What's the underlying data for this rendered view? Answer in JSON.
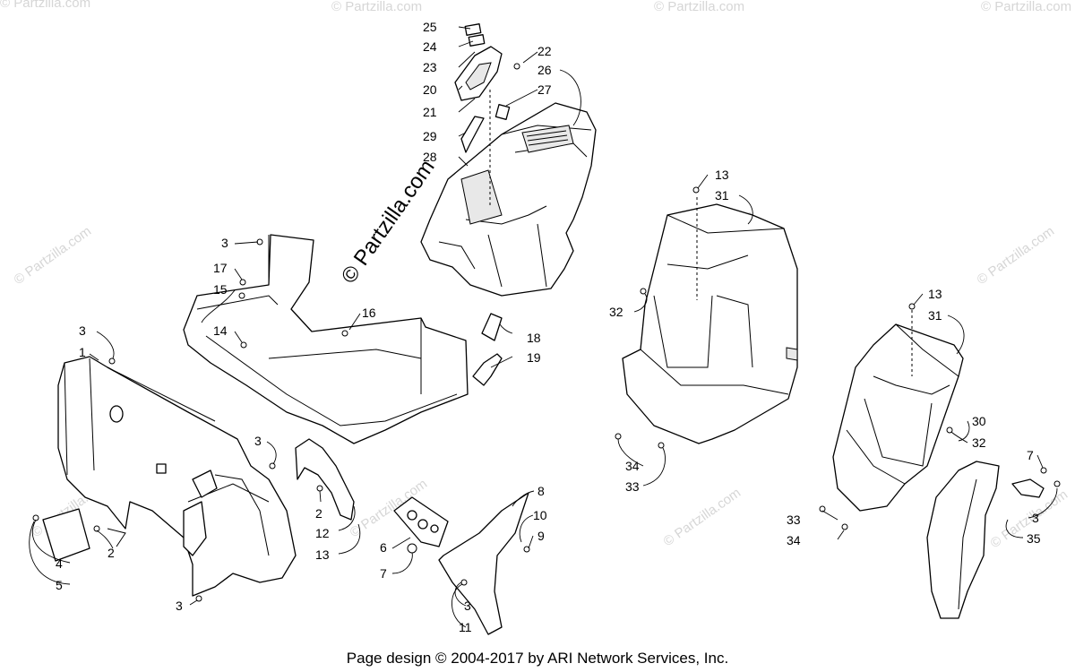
{
  "watermark": {
    "main": "© Partzilla.com",
    "faint": "© Partzilla.com"
  },
  "footer": "Page design © 2004-2017 by ARI Network Services, Inc.",
  "callouts": [
    {
      "id": "c25",
      "label": "25"
    },
    {
      "id": "c24",
      "label": "24"
    },
    {
      "id": "c23",
      "label": "23"
    },
    {
      "id": "c20",
      "label": "20"
    },
    {
      "id": "c21",
      "label": "21"
    },
    {
      "id": "c29",
      "label": "29"
    },
    {
      "id": "c28",
      "label": "28"
    },
    {
      "id": "c22",
      "label": "22"
    },
    {
      "id": "c26",
      "label": "26"
    },
    {
      "id": "c27",
      "label": "27"
    },
    {
      "id": "c3a",
      "label": "3"
    },
    {
      "id": "c17",
      "label": "17"
    },
    {
      "id": "c15",
      "label": "15"
    },
    {
      "id": "c16",
      "label": "16"
    },
    {
      "id": "c14",
      "label": "14"
    },
    {
      "id": "c3b",
      "label": "3"
    },
    {
      "id": "c1",
      "label": "1"
    },
    {
      "id": "c18",
      "label": "18"
    },
    {
      "id": "c19",
      "label": "19"
    },
    {
      "id": "c3c",
      "label": "3"
    },
    {
      "id": "c2a",
      "label": "2"
    },
    {
      "id": "c12",
      "label": "12"
    },
    {
      "id": "c13a",
      "label": "13"
    },
    {
      "id": "c2b",
      "label": "2"
    },
    {
      "id": "c4",
      "label": "4"
    },
    {
      "id": "c5",
      "label": "5"
    },
    {
      "id": "c3d",
      "label": "3"
    },
    {
      "id": "c6",
      "label": "6"
    },
    {
      "id": "c7a",
      "label": "7"
    },
    {
      "id": "c8",
      "label": "8"
    },
    {
      "id": "c10",
      "label": "10"
    },
    {
      "id": "c9",
      "label": "9"
    },
    {
      "id": "c3e",
      "label": "3"
    },
    {
      "id": "c11",
      "label": "11"
    },
    {
      "id": "c13b",
      "label": "13"
    },
    {
      "id": "c31a",
      "label": "31"
    },
    {
      "id": "c32a",
      "label": "32"
    },
    {
      "id": "c34a",
      "label": "34"
    },
    {
      "id": "c33a",
      "label": "33"
    },
    {
      "id": "c13c",
      "label": "13"
    },
    {
      "id": "c31b",
      "label": "31"
    },
    {
      "id": "c30",
      "label": "30"
    },
    {
      "id": "c32b",
      "label": "32"
    },
    {
      "id": "c7b",
      "label": "7"
    },
    {
      "id": "c33b",
      "label": "33"
    },
    {
      "id": "c34b",
      "label": "34"
    },
    {
      "id": "c3f",
      "label": "3"
    },
    {
      "id": "c35",
      "label": "35"
    }
  ]
}
